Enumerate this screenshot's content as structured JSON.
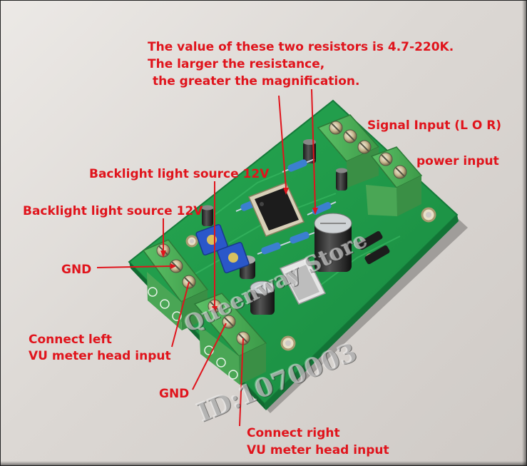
{
  "annotations": {
    "resistor_note_line1": "The value of these two resistors is 4.7-220K.",
    "resistor_note_line2": "The larger the resistance,",
    "resistor_note_line3": "the greater the magnification.",
    "signal_input": "Signal Input (L O R)",
    "power_input": "power input",
    "backlight_upper": "Backlight light source 12V",
    "backlight_lower": "Backlight light source 12V",
    "gnd_upper": "GND",
    "connect_left_line1": "Connect left",
    "connect_left_line2": "VU meter head input",
    "gnd_lower": "GND",
    "connect_right_line1": "Connect right",
    "connect_right_line2": "VU meter head input"
  },
  "watermark": {
    "store": "Queenway Store",
    "id": "ID:1070003"
  },
  "colors": {
    "label_red": "#e0141c",
    "pcb_green": "#1f9a4a",
    "terminal_green": "#4fb05a",
    "background": "#e4e0dc"
  }
}
